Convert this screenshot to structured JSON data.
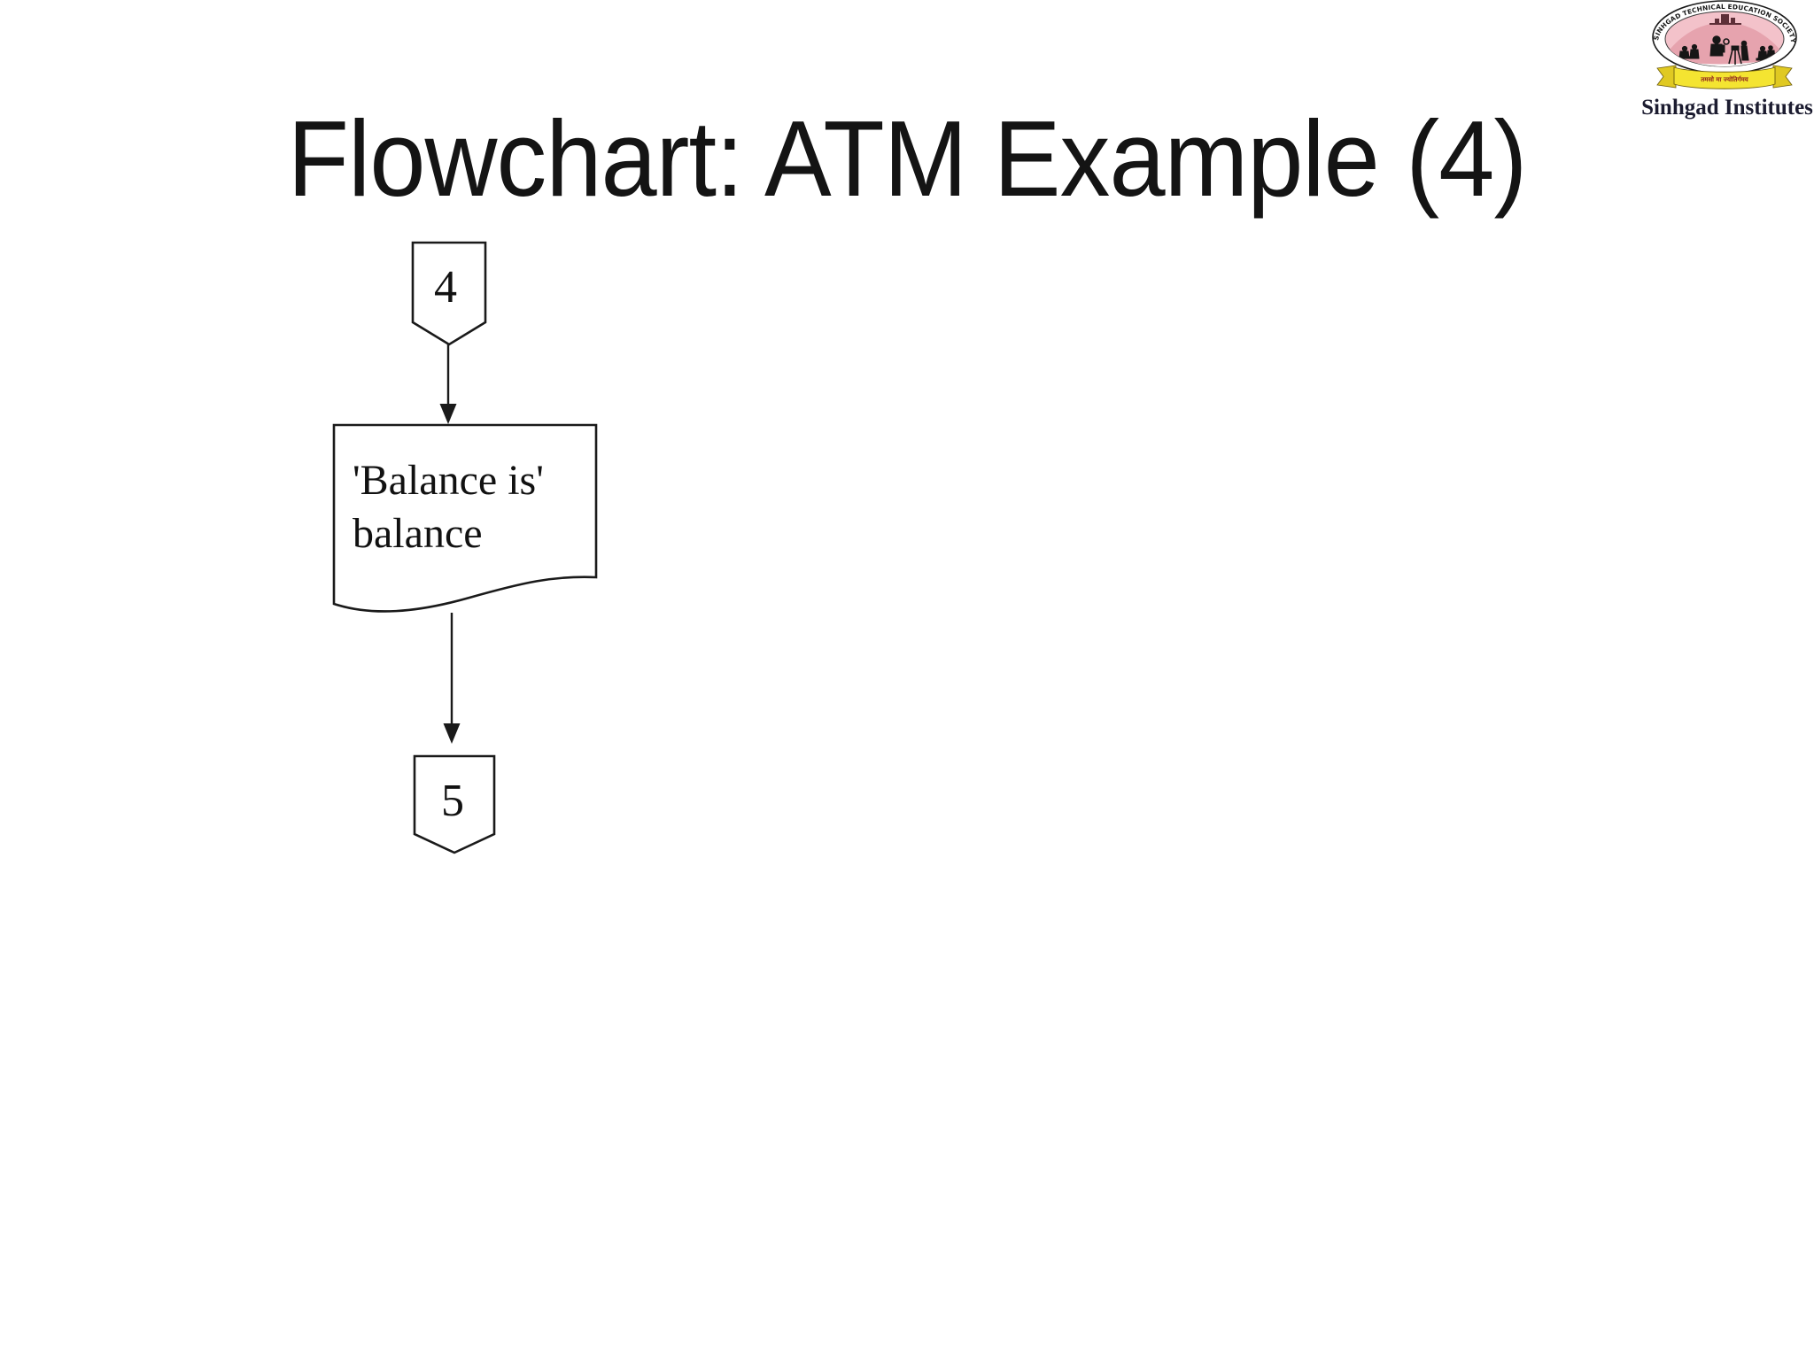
{
  "slide": {
    "title": "Flowchart: ATM Example (4)"
  },
  "logo": {
    "ring_text": "SINHGAD TECHNICAL EDUCATION SOCIETY .PUNE",
    "banner_text": "तमसो मा ज्योतिर्गमय",
    "caption": "Sinhgad Institutes"
  },
  "flowchart": {
    "nodes": [
      {
        "id": "connector-in",
        "type": "off-page-connector",
        "label": "4"
      },
      {
        "id": "output-balance",
        "type": "document",
        "label": "'Balance is' balance",
        "line1": "'Balance is'",
        "line2": "balance"
      },
      {
        "id": "connector-out",
        "type": "off-page-connector",
        "label": "5"
      }
    ],
    "edges": [
      {
        "from": "connector-in",
        "to": "output-balance"
      },
      {
        "from": "output-balance",
        "to": "connector-out"
      }
    ]
  },
  "colors": {
    "ink": "#1a1a1a",
    "logo_pink_sky": "#f3c2ca",
    "logo_pink_hill": "#e6a3ae",
    "logo_fort": "#5d2f38",
    "logo_yellow": "#f4e431",
    "logo_yellow_dark": "#e0c922",
    "logo_text_red": "#8e1f1f",
    "caption_color": "#1c1c30"
  }
}
